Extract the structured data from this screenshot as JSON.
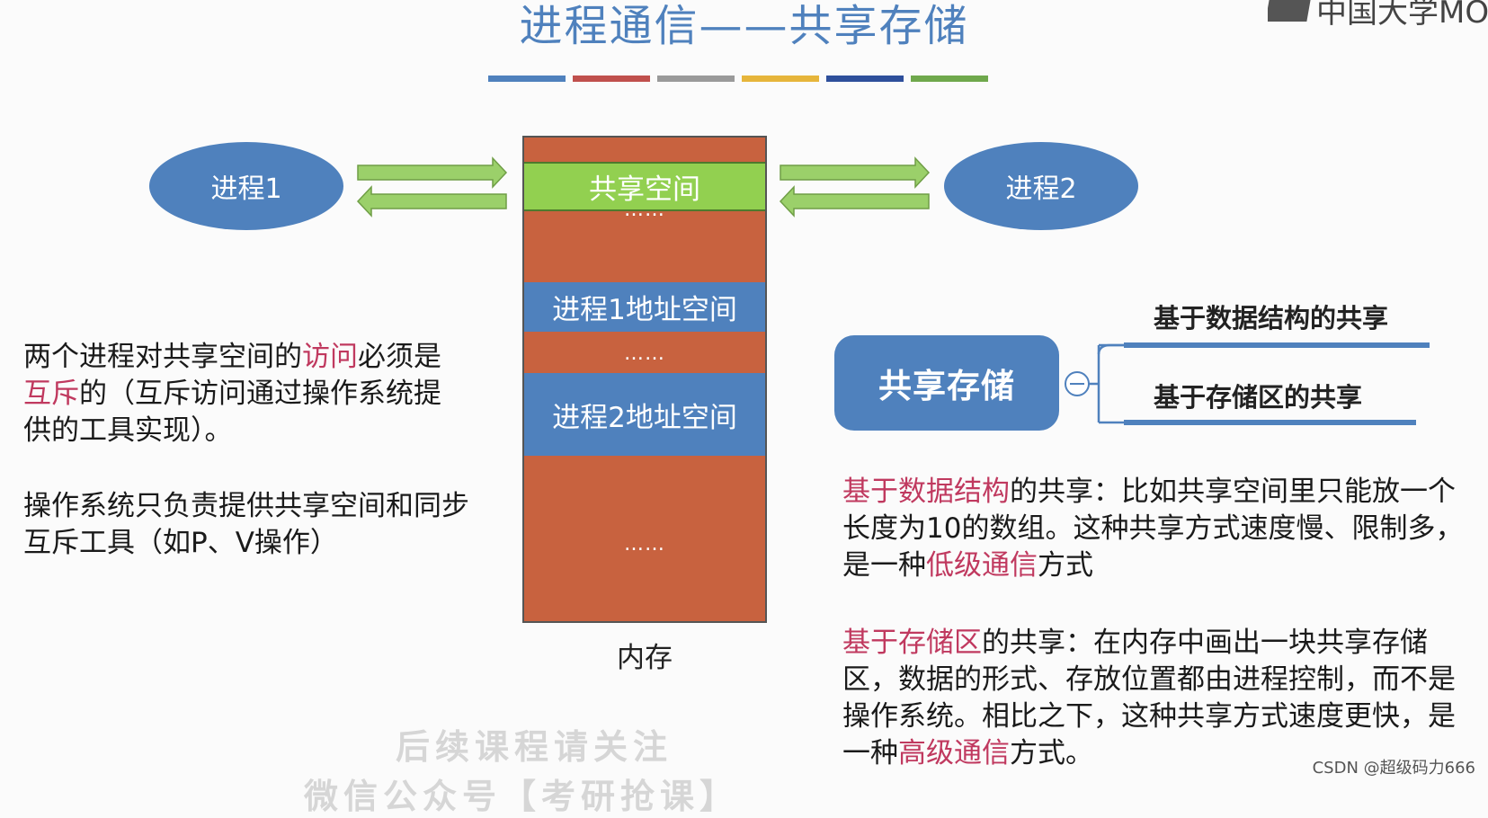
{
  "title": "进程通信——共享存储",
  "title_bar_colors": [
    "#4f81bd",
    "#c0504d",
    "#9a9a9a",
    "#e6b53b",
    "#2e4f9b",
    "#6fa84c"
  ],
  "watermark_logo": "中国大学MOOC",
  "process1": "进程1",
  "process2": "进程2",
  "memory": {
    "shared_space": "共享空间",
    "dots": "……",
    "p1_space": "进程1地址空间",
    "p2_space": "进程2地址空间",
    "label": "内存"
  },
  "left_text": {
    "p1": [
      "两个进程对共享空间的",
      "访问",
      "必须是",
      "互斥",
      "的（互斥访问通过操作系统提供的工具实现）。"
    ],
    "p2": "操作系统只负责提供共享空间和同步互斥工具（如P、V操作）"
  },
  "mindmap": {
    "root": "共享存储",
    "branch1": "基于数据结构的共享",
    "branch2": "基于存储区的共享"
  },
  "right_text": {
    "p1": [
      "基于数据结构",
      "的共享：比如共享空间里只能放一个长度为10的数组。这种共享方式速度慢、限制多，是一种",
      "低级通信",
      "方式"
    ],
    "p2": [
      "基于存储区",
      "的共享：在内存中画出一块共享存储区，数据的形式、存放位置都由进程控制，而不是操作系统。相比之下，这种共享方式速度更快，是一种",
      "高级通信",
      "方式。"
    ]
  },
  "bottom_watermark": [
    "后续课程请关注",
    "微信公众号【考研抢课】"
  ],
  "csdn_mark": "CSDN @超级码力666",
  "colors": {
    "accent_blue": "#4f81bd",
    "memory_red": "#c8623f",
    "shared_green": "#92d050",
    "arrow_green": "#9bd06a",
    "highlight_red": "#c0395f"
  }
}
